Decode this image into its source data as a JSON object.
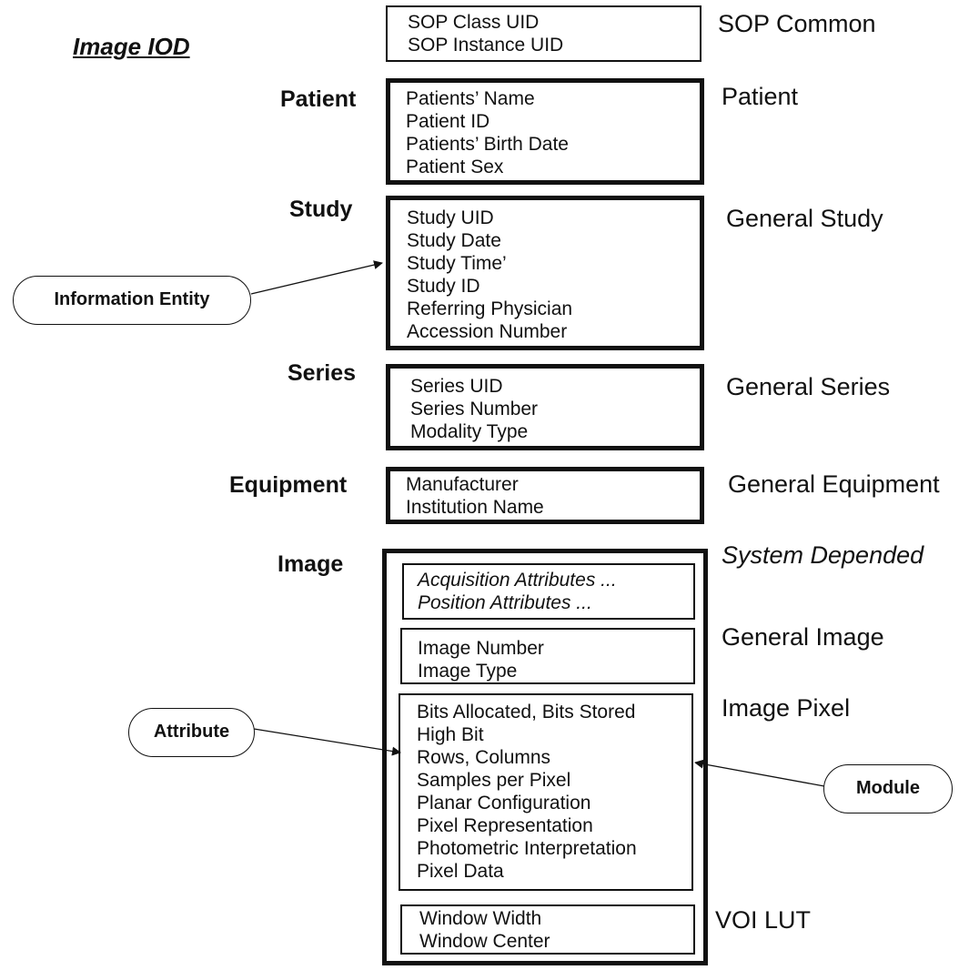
{
  "title": "Image IOD",
  "sop_common": {
    "attributes": [
      "SOP Class UID",
      "SOP Instance UID"
    ],
    "module": "SOP Common"
  },
  "entities": {
    "patient": {
      "label": "Patient",
      "module": "Patient",
      "attributes": [
        "Patients’ Name",
        "Patient ID",
        "Patients’ Birth Date",
        "Patient Sex"
      ]
    },
    "study": {
      "label": "Study",
      "module": "General Study",
      "attributes": [
        "Study UID",
        "Study Date",
        "Study Time’",
        "Study ID",
        "Referring Physician",
        "Accession Number"
      ]
    },
    "series": {
      "label": "Series",
      "module": "General Series",
      "attributes": [
        "Series UID",
        "Series Number",
        "Modality Type"
      ]
    },
    "equipment": {
      "label": "Equipment",
      "module": "General Equipment",
      "attributes": [
        "Manufacturer",
        "Institution Name"
      ]
    },
    "image": {
      "label": "Image",
      "modules": {
        "system": {
          "name": "System Depended",
          "attributes": [
            "Acquisition Attributes ...",
            "Position Attributes ..."
          ]
        },
        "general_image": {
          "name": "General Image",
          "attributes": [
            "Image Number",
            "Image Type"
          ]
        },
        "image_pixel": {
          "name": "Image Pixel",
          "attributes": [
            "Bits Allocated, Bits Stored",
            "High Bit",
            "Rows, Columns",
            "Samples per Pixel",
            "Planar Configuration",
            "Pixel Representation",
            "Photometric Interpretation",
            "Pixel Data"
          ]
        },
        "voi_lut": {
          "name": "VOI LUT",
          "attributes": [
            "Window Width",
            "Window Center"
          ]
        }
      }
    }
  },
  "callouts": {
    "information_entity": "Information Entity",
    "attribute": "Attribute",
    "module": "Module"
  }
}
